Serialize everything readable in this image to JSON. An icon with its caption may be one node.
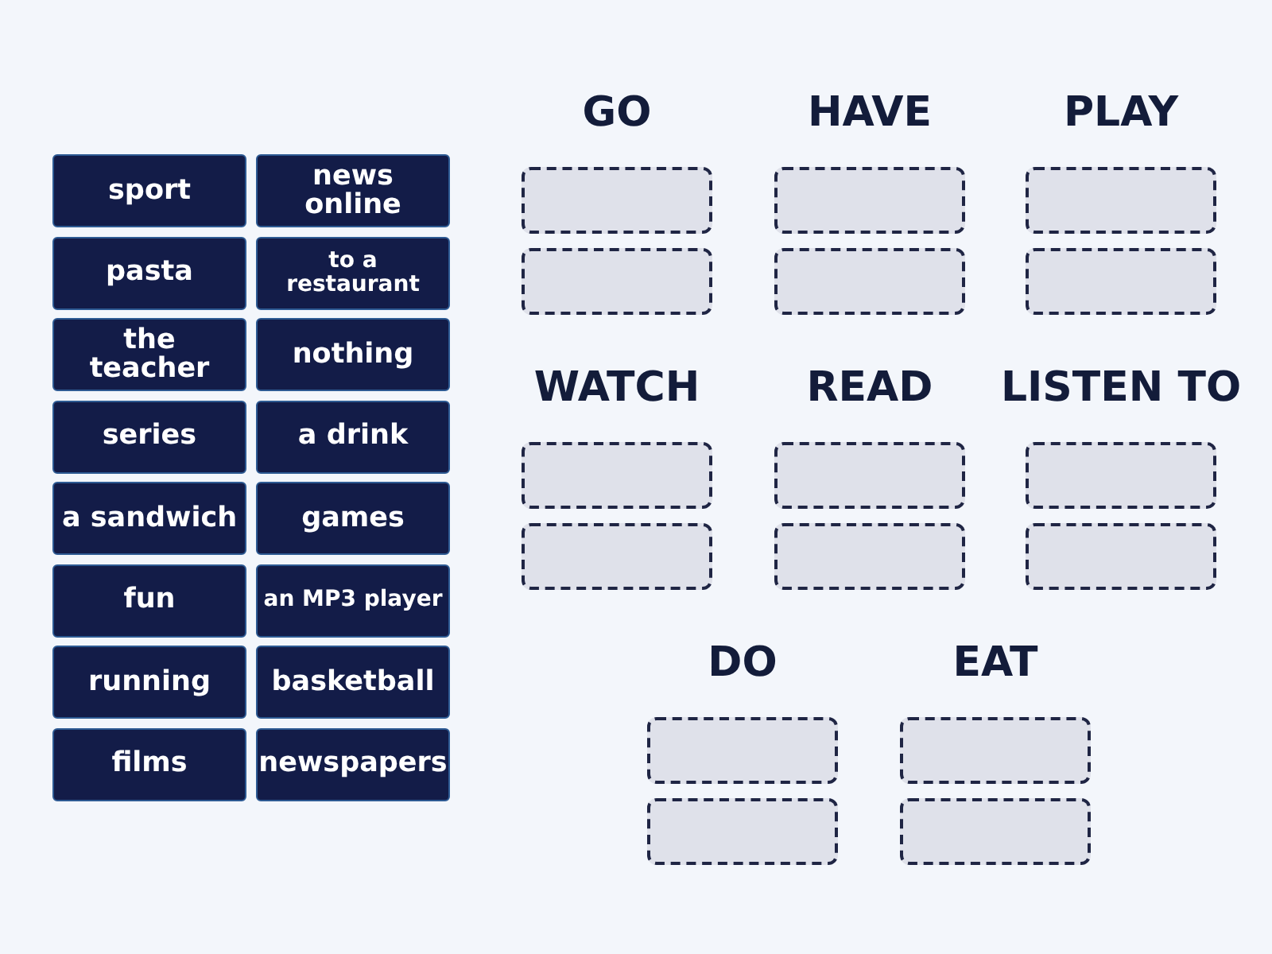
{
  "diagram": {
    "nodes": [
      {
        "text": [
          "sport"
        ]
      },
      {
        "text": [
          "news online"
        ]
      },
      {
        "text": [
          "pasta"
        ]
      },
      {
        "text": [
          "to a restaurant"
        ]
      },
      {
        "text": [
          "the teacher"
        ]
      },
      {
        "text": [
          "nothing"
        ]
      },
      {
        "text": [
          "series"
        ]
      },
      {
        "text": [
          "a drink"
        ]
      },
      {
        "text": [
          "a sandwich"
        ]
      },
      {
        "text": [
          "games"
        ]
      },
      {
        "text": [
          "fun"
        ]
      },
      {
        "text": [
          "an MP3 player"
        ]
      },
      {
        "text": [
          "running"
        ]
      },
      {
        "text": [
          "basketball"
        ]
      },
      {
        "text": [
          "films"
        ]
      },
      {
        "text": [
          "newspapers"
        ]
      },
      {
        "text": [],
        "shape": "box"
      },
      {
        "text": [],
        "shape": "box"
      },
      {
        "text": [],
        "shape": "box"
      },
      {
        "text": [],
        "shape": "box"
      },
      {
        "text": [],
        "shape": "box"
      },
      {
        "text": [],
        "shape": "box"
      },
      {
        "text": [],
        "shape": "box"
      },
      {
        "text": [],
        "shape": "box"
      },
      {
        "text": [],
        "shape": "box"
      },
      {
        "text": [],
        "shape": "box"
      },
      {
        "text": [],
        "shape": "box"
      },
      {
        "text": [],
        "shape": "box"
      },
      {
        "text": [],
        "shape": "box"
      },
      {
        "text": [],
        "shape": "box"
      },
      {
        "text": [],
        "shape": "box"
      },
      {
        "text": [],
        "shape": "box"
      }
    ],
    "edges": [],
    "labels": [
      "GO",
      "HAVE",
      "PLAY",
      "WATCH",
      "READ",
      "LISTEN TO",
      "DO",
      "EAT"
    ]
  }
}
